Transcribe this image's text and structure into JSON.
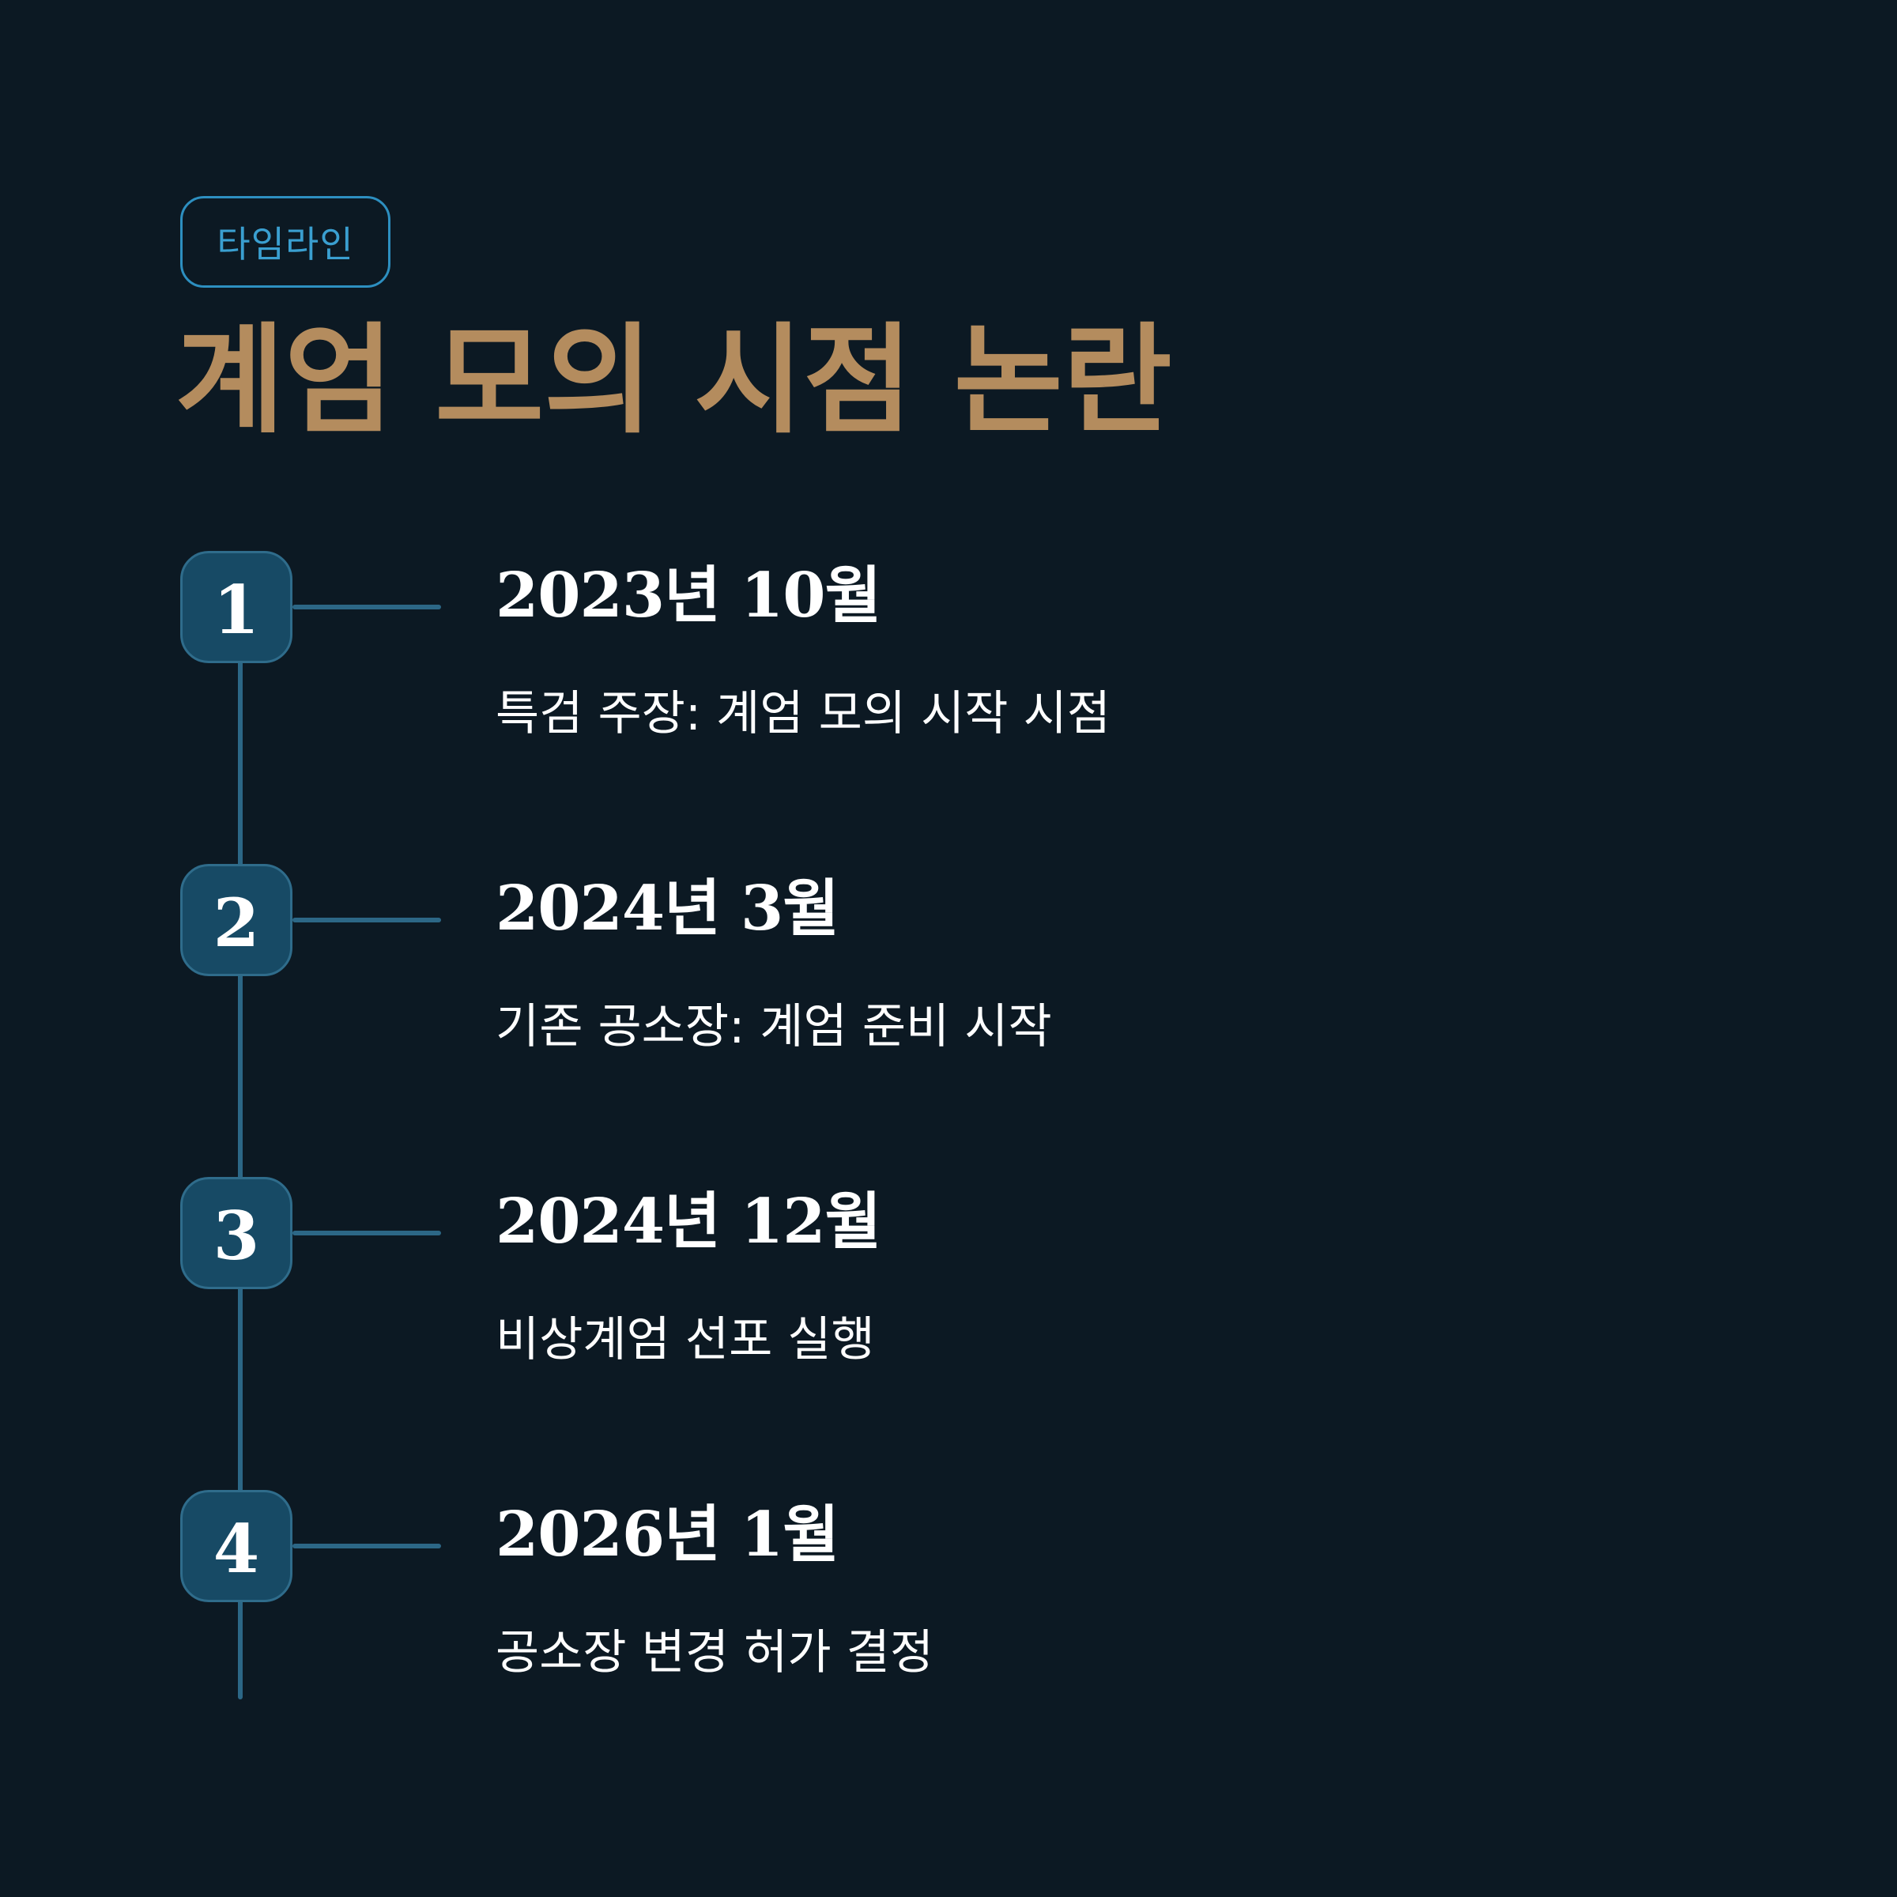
{
  "tag_label": "타임라인",
  "title": "계엄 모의 시점 논란",
  "colors": {
    "background": "#0c1923",
    "title": "#b48c5e",
    "tag": "#3a9fd0",
    "badge": "#174a65",
    "line": "#2c6786",
    "text": "#ffffff"
  },
  "steps": [
    {
      "number": "1",
      "date": "2023년 10월",
      "description": "특검 주장: 계엄 모의 시작 시점"
    },
    {
      "number": "2",
      "date": "2024년 3월",
      "description": "기존 공소장: 계엄 준비 시작"
    },
    {
      "number": "3",
      "date": "2024년 12월",
      "description": "비상계엄 선포 실행"
    },
    {
      "number": "4",
      "date": "2026년 1월",
      "description": "공소장 변경 허가 결정"
    }
  ]
}
